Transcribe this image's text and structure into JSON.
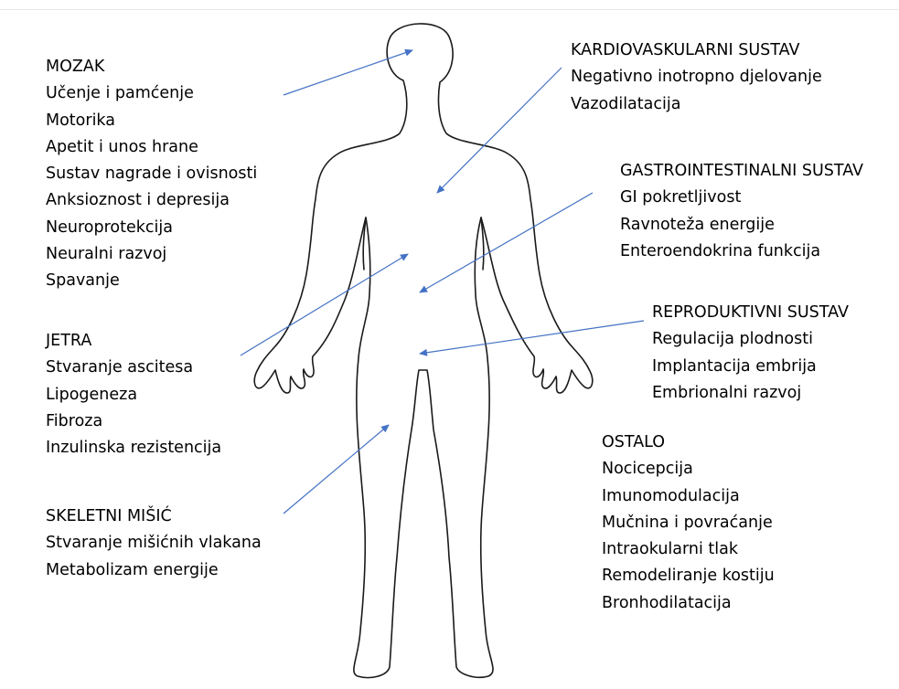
{
  "colors": {
    "arrow": "#4472c4",
    "outline": "#1a1a1a",
    "text": "#000000"
  },
  "groups": {
    "mozak": {
      "title": "MOZAK",
      "items": [
        "Učenje i pamćenje",
        "Motorika",
        "Apetit i unos hrane",
        "Sustav nagrade i ovisnosti",
        "Anksioznost i depresija",
        "Neuroprotekcija",
        "Neuralni razvoj",
        "Spavanje"
      ]
    },
    "jetra": {
      "title": "JETRA",
      "items": [
        "Stvaranje ascitesa",
        "Lipogeneza",
        "Fibroza",
        "Inzulinska rezistencija"
      ]
    },
    "skeletni": {
      "title": "SKELETNI MIŠIĆ",
      "items": [
        "Stvaranje mišićnih vlakana",
        "Metabolizam energije"
      ]
    },
    "kardio": {
      "title": "KARDIOVASKULARNI SUSTAV",
      "items": [
        "Negativno inotropno djelovanje",
        "Vazodilatacija"
      ]
    },
    "gastro": {
      "title": "GASTROINTESTINALNI SUSTAV",
      "items": [
        "GI pokretljivost",
        "Ravnoteža energije",
        "Enteroendokrina funkcija"
      ]
    },
    "repro": {
      "title": "REPRODUKTIVNI SUSTAV",
      "items": [
        "Regulacija plodnosti",
        "Implantacija embrija",
        "Embrionalni razvoj"
      ]
    },
    "ostalo": {
      "title": "OSTALO",
      "items": [
        "Nocicepcija",
        "Imunomodulacija",
        "Mučnina i povraćanje",
        "Intraokularni tlak",
        "Remodeliranje kostiju",
        "Bronhodilatacija"
      ]
    }
  }
}
